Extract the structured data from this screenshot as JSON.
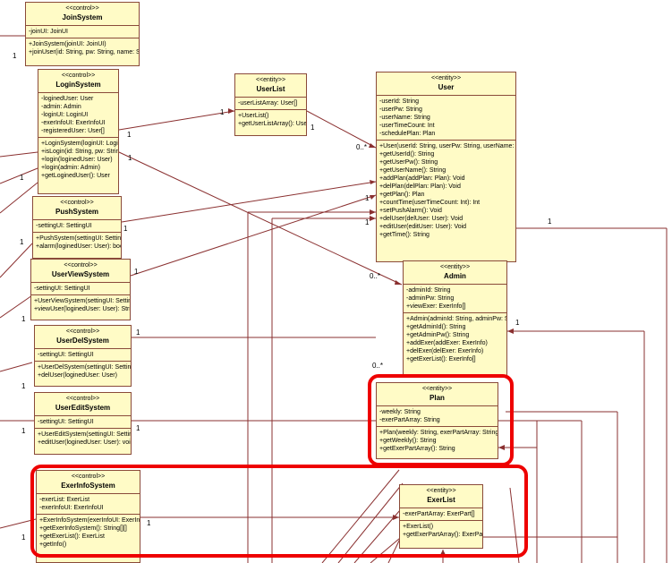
{
  "classes": {
    "joinsystem": {
      "stereotype": "<<control>>",
      "name": "JoinSystem",
      "attributes": [
        "-joinUI: JoinUI"
      ],
      "operations": [
        "+JoinSystem(joinUI: JoinUI)",
        "+joinUser(id: String, pw: String, name: String)"
      ]
    },
    "loginsystem": {
      "stereotype": "<<control>>",
      "name": "LoginSystem",
      "attributes": [
        "-loginedUser: User",
        "-admin: Admin",
        "-loginUI: LoginUI",
        "-exerInfoUI: ExerInfoUI",
        "-registeredUser: User[]"
      ],
      "operations": [
        "+LoginSystem(loginUI: LoginUI)",
        "+isLogin(id: String, pw: String)",
        "+login(loginedUser: User)",
        "+login(admin: Admin)",
        "+getLoginedUser(): User"
      ]
    },
    "userlist": {
      "stereotype": "<<entity>>",
      "name": "UserList",
      "attributes": [
        "-userListArray: User[]"
      ],
      "operations": [
        "+UserList()",
        "+getUserListArray(): User[]"
      ]
    },
    "user": {
      "stereotype": "<<entity>>",
      "name": "User",
      "attributes": [
        "-userId: String",
        "-userPw: String",
        "-userName: String",
        "-userTimeCount: Int",
        "-schedulePlan: Plan"
      ],
      "operations": [
        "+User(userId: String, userPw: String, userName: String)",
        "+getUserId(): String",
        "+getUserPw(): String",
        "+getUserName(): String",
        "+addPlan(addPlan: Plan): Void",
        "+delPlan(delPlan: Plan): Void",
        "+getPlan(): Plan",
        "+countTime(userTimeCount: Int): Int",
        "+setPushAlarm(): Void",
        "+delUser(delUser: User): Void",
        "+editUser(editUser: User): Void",
        "+getTime(): String"
      ]
    },
    "pushsystem": {
      "stereotype": "<<control>>",
      "name": "PushSystem",
      "attributes": [
        "-settingUI: SettingUI"
      ],
      "operations": [
        "+PushSystem(settingUI: SettingUI)",
        "+alarm(loginedUser: User): boolean"
      ]
    },
    "userviewsystem": {
      "stereotype": "<<control>>",
      "name": "UserViewSystem",
      "attributes": [
        "-settingUI: SettingUI"
      ],
      "operations": [
        "+UserViewSystem(settingUI: SettingUI)",
        "+viewUser(loginedUser: User): String"
      ]
    },
    "admin": {
      "stereotype": "<<entity>>",
      "name": "Admin",
      "attributes": [
        "-adminId: String",
        "-adminPw: String",
        "+viewExer: ExerInfo[]"
      ],
      "operations": [
        "+Admin(adminId: String, adminPw: String)",
        "+getAdminId(): String",
        "+getAdminPw(): String",
        "+addExer(addExer: ExerInfo)",
        "+delExer(delExer: ExerInfo)",
        "+getExerList(): ExerInfo[]"
      ]
    },
    "userdelsystem": {
      "stereotype": "<<control>>",
      "name": "UserDelSystem",
      "attributes": [
        "-settingUI: SettingUI"
      ],
      "operations": [
        "+UserDelSystem(settingUI: SettingUI)",
        "+delUser(loginedUser: User)"
      ]
    },
    "usereditsystem": {
      "stereotype": "<<control>>",
      "name": "UserEditSystem",
      "attributes": [
        "-settingUI: SettingUI"
      ],
      "operations": [
        "+UserEditSystem(settingUI: SettingUI)",
        "+editUser(loginedUser: User): void"
      ]
    },
    "plan": {
      "stereotype": "<<entity>>",
      "name": "Plan",
      "attributes": [
        "-weekly: String",
        "-exerPartArray: String"
      ],
      "operations": [
        "+Plan(weekly: String, exerPartArray: String)",
        "+getWeekly(): String",
        "+getExerPartArray(): String"
      ]
    },
    "exerinfosystem": {
      "stereotype": "<<control>>",
      "name": "ExerInfoSystem",
      "attributes": [
        "-exerList: ExerList",
        "-exerInfoUI: ExerInfoUI"
      ],
      "operations": [
        "+ExerInfoSystem(exerInfoUI: ExerInfoUI)",
        "+getExerInfoSystem(): String[][]",
        "+getExerList(): ExerList",
        "+getInfo()"
      ]
    },
    "exerlist": {
      "stereotype": "<<entity>>",
      "name": "ExerList",
      "attributes": [
        "-exerPartArray: ExerPart[]"
      ],
      "operations": [
        "+ExerList()",
        "+getExerPartArray(): ExerPart[]"
      ]
    }
  },
  "multiplicities": [
    "1",
    "1",
    "1",
    "1",
    "1",
    "1",
    "1",
    "1",
    "1",
    "1",
    "1",
    "1",
    "1",
    "1",
    "1",
    "1",
    "1",
    "1",
    "1",
    "1",
    "0..*",
    "0..*",
    "0..*"
  ],
  "colors": {
    "class_fill": "#fffbc6",
    "class_border": "#8a4a3a",
    "highlight": "#ee0000"
  }
}
